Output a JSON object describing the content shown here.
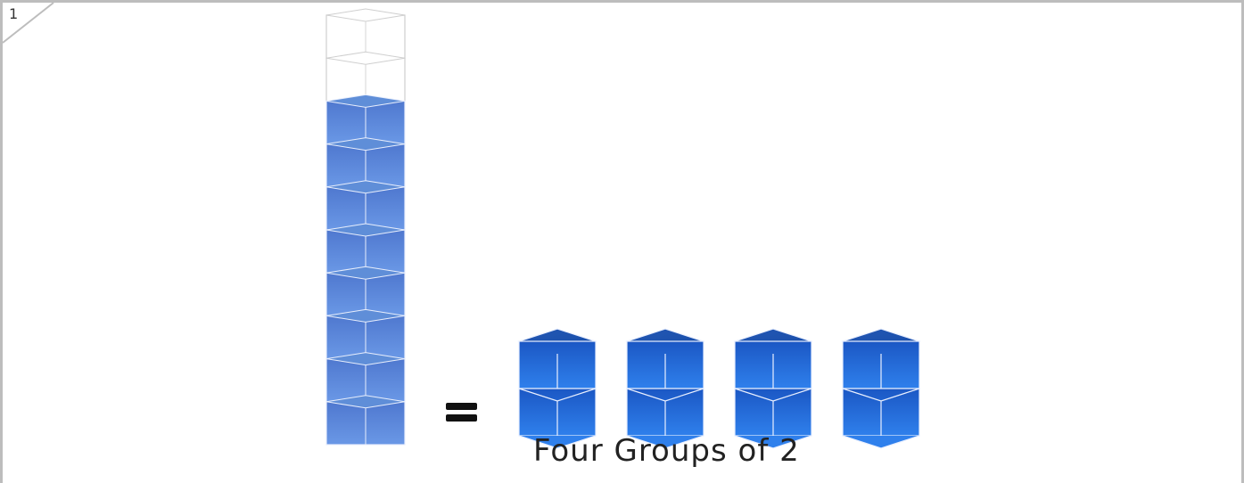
{
  "slide": {
    "page_number": "1",
    "caption": "Four Groups of 2"
  },
  "tower": {
    "total_cubes": 10,
    "filled_cubes": 8,
    "filled_color": "#5c85d6",
    "empty_color": "#ffffff"
  },
  "groups": {
    "count": 4,
    "cubes_per_group": 2,
    "color": "#1f63d1"
  },
  "equals_sign": "="
}
